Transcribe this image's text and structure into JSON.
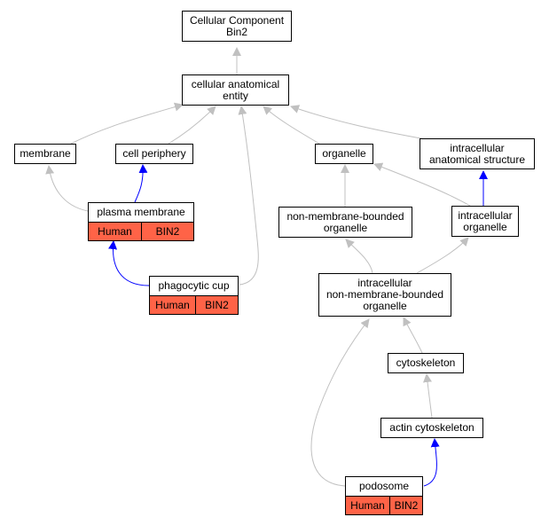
{
  "colors": {
    "is_a_edge": "#c0c0c0",
    "part_of_edge": "#0000ff",
    "annotation_fill": "#ff6347"
  },
  "nodes": {
    "root": "Cellular Component\nBin2",
    "cae": "cellular anatomical\nentity",
    "membrane": "membrane",
    "cell_periphery": "cell periphery",
    "organelle": "organelle",
    "ias": "intracellular\nanatomical structure",
    "plasma_membrane": "plasma membrane",
    "nmbo": "non-membrane-bounded\norganelle",
    "intra_org": "intracellular\norganelle",
    "phago_cup": "phagocytic cup",
    "inmbo": "intracellular\nnon-membrane-bounded\norganelle",
    "cytoskeleton": "cytoskeleton",
    "actin_cyto": "actin cytoskeleton",
    "podosome": "podosome"
  },
  "annotations": {
    "species": "Human",
    "gene": "BIN2"
  }
}
